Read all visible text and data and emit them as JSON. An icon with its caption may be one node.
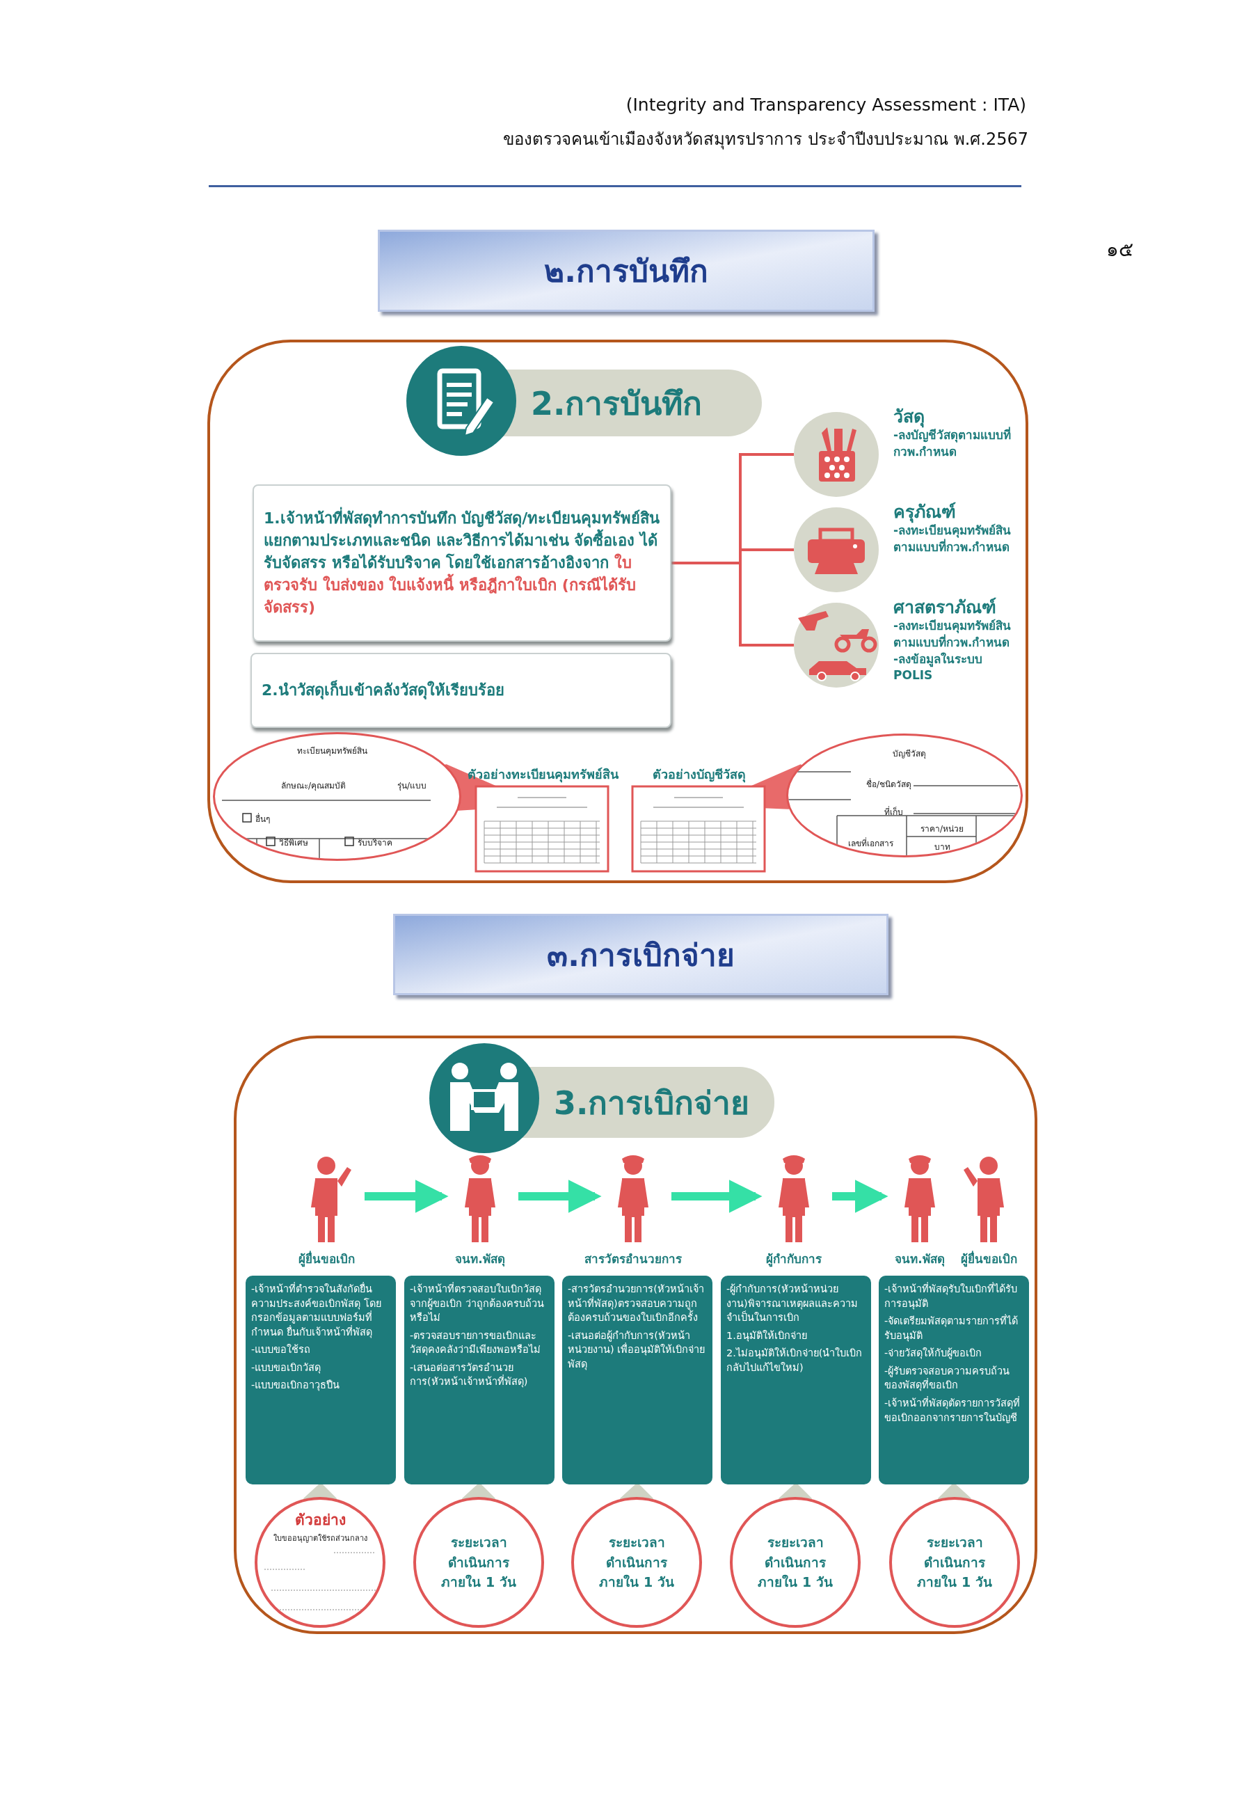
{
  "diagram": {
    "nodes": [
      {
        "text": [
          "๒.การบันทึก"
        ]
      },
      {
        "text": [
          "2.การบันทึก"
        ]
      },
      {
        "text": [
          "1.เจ้าหน้าที่พัสดุทำการบันทึก บัญชีวัสดุ/ทะเบียนคุมทรัพย์สินแยกตามประเภทและชนิด และวิธีการได้มาเช่น จัดซื้อเอง ได้รับจัดสรร หรือได้รับบริจาค โดยใช้เอกสารอ้างอิงจาก",
          "ใบตรวจรับ ใบส่งของ ใบแจ้งหนี้ หรือฎีกาใบเบิก (กรณีได้รับจัดสรร)"
        ],
        "in": 1
      },
      {
        "text": [
          "2.นำวัสดุเก็บเข้าคลังวัสดุให้เรียบร้อย"
        ],
        "in": 1
      },
      {
        "text": [
          "วัสดุ",
          "-ลงบัญชีวัสดุตามแบบที่ กวพ.กำหนด"
        ],
        "in": 1
      },
      {
        "text": [
          "ครุภัณฑ์",
          "-ลงทะเบียนคุมทรัพย์สินตามแบบที่กวพ.กำหนด"
        ],
        "in": 1
      },
      {
        "text": [
          "ศาสตราภัณฑ์",
          "-ลงทะเบียนคุมทรัพย์สินตามแบบที่กวพ.กำหนด",
          "-ลงข้อมูลในระบบ POLIS"
        ],
        "in": 1
      },
      {
        "text": [
          "ทะเบียนคุมทรัพย์สิน",
          "ลักษณะ/คุณสมบัติ",
          "รุ่น/แบบ",
          "อื่นๆ",
          "วิธีพิเศษ",
          "รับบริจาค"
        ],
        "in": 1
      },
      {
        "text": [
          "ตัวอย่างทะเบียนคุมทรัพย์สิน"
        ],
        "in": 1
      },
      {
        "text": [
          "ตัวอย่างบัญชีวัสดุ"
        ],
        "in": 1
      },
      {
        "text": [
          "บัญชีวัสดุ",
          "ชื่อ/ชนิดวัสดุ",
          "ที่เก็บ",
          "เลขที่เอกสาร",
          "ราคา/หน่วย",
          "บาท"
        ],
        "in": 1
      },
      {
        "text": [
          "๓.การเบิกจ่าย"
        ]
      },
      {
        "text": [
          "3.การเบิกจ่าย"
        ]
      },
      {
        "text": [
          "ผู้ยื่นขอเบิก"
        ],
        "in": 12
      },
      {
        "text": [
          "จนท.พัสดุ"
        ],
        "in": 12
      },
      {
        "text": [
          "สารวัตรอำนวยการ"
        ],
        "in": 12
      },
      {
        "text": [
          "ผู้กำกับการ"
        ],
        "in": 12
      },
      {
        "text": [
          "จนท.พัสดุ"
        ],
        "in": 12
      },
      {
        "text": [
          "ผู้ยื่นขอเบิก"
        ],
        "in": 12
      },
      {
        "text": [
          "-เจ้าหน้าที่ตำรวจในสังกัดยื่นความประสงค์ขอเบิกพัสดุ โดยกรอกข้อมูลตามแบบฟอร์มที่กำหนด ยื่นกับเจ้าหน้าที่พัสดุ",
          "-แบบขอใช้รถ",
          "-แบบขอเบิกวัสดุ",
          "-แบบขอเบิกอาวุธปืน"
        ],
        "in": 12
      },
      {
        "text": [
          "-เจ้าหน้าที่ตรวจสอบใบเบิกวัสดุ จากผู้ขอเบิก ว่าถูกต้องครบถ้วนหรือไม่",
          "-ตรวจสอบรายการขอเบิกและวัสดุคงคลังว่ามีเพียงพอหรือไม่",
          "-เสนอต่อสารวัตรอำนวยการ(หัวหน้าเจ้าหน้าที่พัสดุ)"
        ],
        "in": 12
      },
      {
        "text": [
          "-สารวัตรอำนวยการ(หัวหน้าเจ้าหน้าที่พัสดุ)ตรวจสอบความถูกต้องครบถ้วนของใบเบิกอีกครั้ง",
          "-เสนอต่อผู้กำกับการ(หัวหน้าหน่วยงาน) เพื่ออนุมัติให้เบิกจ่ายพัสดุ"
        ],
        "in": 12
      },
      {
        "text": [
          "-ผู้กำกับการ(หัวหน้าหน่วยงาน)พิจารณาเหตุผลและความจำเป็นในการเบิก",
          "1.อนุมัติให้เบิกจ่าย",
          "2.ไม่อนุมัติให้เบิกจ่าย(นำใบเบิกกลับไปแก้ไขใหม่)"
        ],
        "in": 12
      },
      {
        "text": [
          "-เจ้าหน้าที่พัสดุรับใบเบิกที่ได้รับการอนุมัติ",
          "-จัดเตรียมพัสดุตามรายการที่ได้รับอนุมัติ",
          "-จ่ายวัสดุให้กับผู้ขอเบิก",
          "-ผู้รับตรวจสอบความครบถ้วนของพัสดุที่ขอเบิก",
          "-เจ้าหน้าที่พัสดุตัดรายการวัสดุที่ขอเบิกออกจากรายการในบัญชี"
        ],
        "in": 12
      },
      {
        "text": [
          "ตัวอย่าง",
          "ใบขออนุญาตใช้รถส่วนกลาง"
        ],
        "in": 12
      },
      {
        "text": [
          "ระยะเวลาดำเนินการภายใน 1 วัน"
        ],
        "in": 12
      },
      {
        "text": [
          "ระยะเวลาดำเนินการภายใน 1 วัน"
        ],
        "in": 12
      },
      {
        "text": [
          "ระยะเวลาดำเนินการภายใน 1 วัน"
        ],
        "in": 12
      },
      {
        "text": [
          "ระยะเวลาดำเนินการภายใน 1 วัน"
        ],
        "in": 12
      }
    ],
    "edges": [
      {
        "from": 2,
        "to": 4,
        "arrow": "none",
        "color": "#e05656"
      },
      {
        "from": 2,
        "to": 5,
        "arrow": "none",
        "color": "#e05656"
      },
      {
        "from": 2,
        "to": 6,
        "arrow": "none",
        "color": "#e05656"
      },
      {
        "from": 7,
        "to": 8,
        "arrow": "none",
        "color": "#e86a6a"
      },
      {
        "from": 10,
        "to": 9,
        "arrow": "none",
        "color": "#e86a6a"
      },
      {
        "from": 13,
        "to": 14,
        "arrow": "to",
        "color": "#35e0a6"
      },
      {
        "from": 14,
        "to": 15,
        "arrow": "to",
        "color": "#35e0a6"
      },
      {
        "from": 15,
        "to": 16,
        "arrow": "to",
        "color": "#35e0a6"
      },
      {
        "from": 16,
        "to": 17,
        "arrow": "to",
        "color": "#35e0a6"
      },
      {
        "from": 19,
        "to": 24,
        "arrow": "none",
        "color": "#cfd3c4"
      },
      {
        "from": 20,
        "to": 25,
        "arrow": "none",
        "color": "#cfd3c4"
      },
      {
        "from": 21,
        "to": 26,
        "arrow": "none",
        "color": "#cfd3c4"
      },
      {
        "from": 22,
        "to": 27,
        "arrow": "none",
        "color": "#cfd3c4"
      },
      {
        "from": 23,
        "to": 28,
        "arrow": "none",
        "color": "#cfd3c4"
      }
    ],
    "labels": [
      "(Integrity and Transparency Assessment : ITA)",
      "ของตรวจคนเข้าเมืองจังหวัดสมุทรปราการ  ประจำปีงบประมาณ พ.ศ.2567",
      "๑๕"
    ]
  }
}
